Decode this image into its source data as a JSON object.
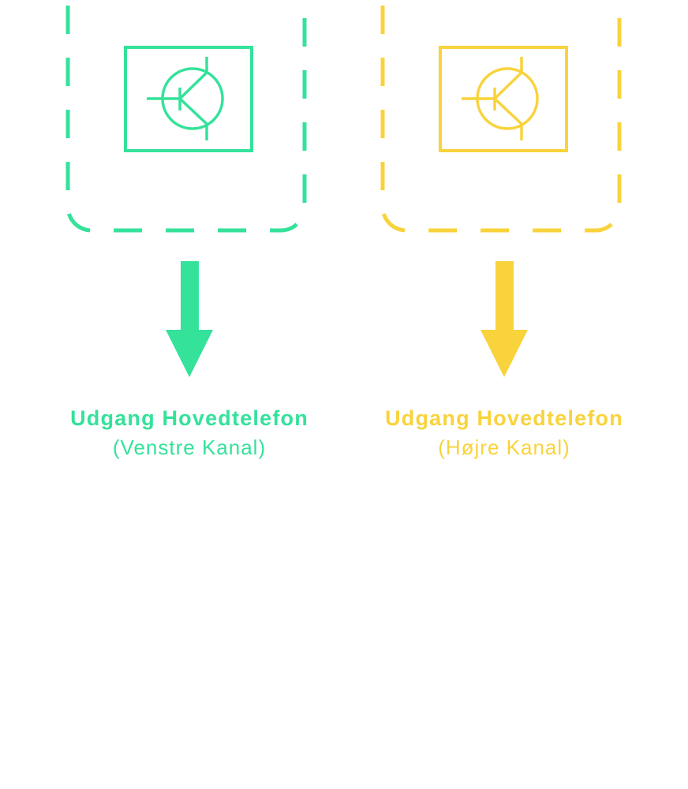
{
  "colors": {
    "left": "#34e29a",
    "right": "#f8d33c"
  },
  "channels": [
    {
      "icon": "transistor-icon",
      "title": "Udgang Hovedtelefon",
      "subtitle": "(Venstre Kanal)"
    },
    {
      "icon": "transistor-icon",
      "title": "Udgang Hovedtelefon",
      "subtitle": "(Højre Kanal)"
    }
  ]
}
